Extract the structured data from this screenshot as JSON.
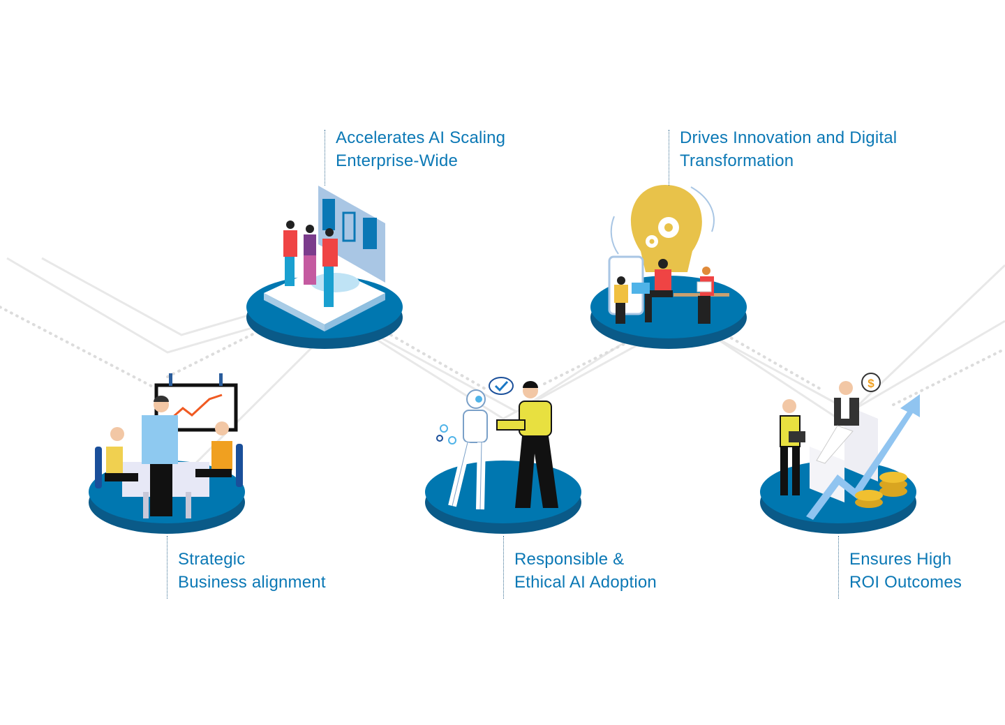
{
  "colors": {
    "text": "#0b78b5",
    "platform_top": "#0077b0",
    "platform_edge": "#0a5a88",
    "lines": "#e6e6e6"
  },
  "nodes": [
    {
      "id": "ai-scaling",
      "title_line1": "Accelerates AI Scaling",
      "title_line2": "Enterprise-Wide",
      "icon": "vr-team-screen-icon"
    },
    {
      "id": "innovation",
      "title_line1": "Drives Innovation and Digital",
      "title_line2": "Transformation",
      "icon": "lightbulb-gears-icon"
    },
    {
      "id": "strategic",
      "title_line1": "Strategic",
      "title_line2": "Business alignment",
      "icon": "meeting-chart-icon"
    },
    {
      "id": "ethical",
      "title_line1": "Responsible &",
      "title_line2": "Ethical AI Adoption",
      "icon": "robot-handshake-icon"
    },
    {
      "id": "roi",
      "title_line1": "Ensures High",
      "title_line2": "ROI Outcomes",
      "icon": "growth-coins-icon"
    }
  ]
}
